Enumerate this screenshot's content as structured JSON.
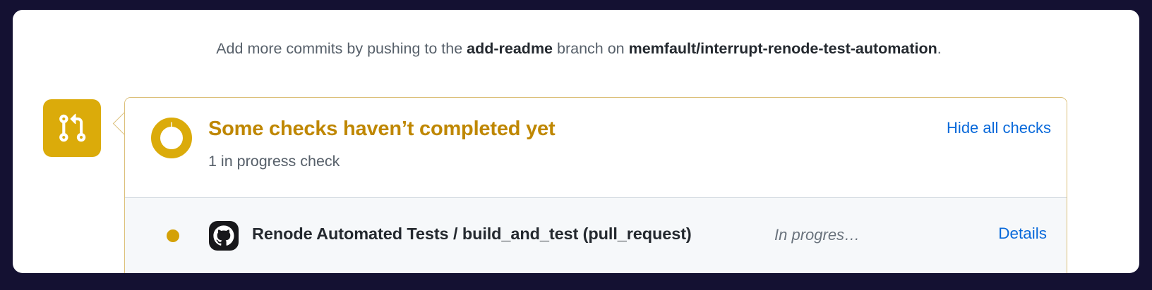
{
  "page": {
    "background_color": "#141132",
    "card_background": "#ffffff"
  },
  "commit_hint": {
    "text_before_branch": "Add more commits by pushing to the ",
    "branch": "add‐readme",
    "text_between": " branch on ",
    "repository": "memfault/interrupt-renode-test-automation",
    "text_after": "."
  },
  "merge_status": {
    "icon": "git-pull-request-icon",
    "color": "#dbab0a"
  },
  "checks": {
    "border_color": "#dcc07a",
    "status_icon": "progress-ring-icon",
    "title": "Some checks haven’t completed yet",
    "title_color": "#bf8700",
    "subtitle": "1 in progress check",
    "hide_all_label": "Hide all checks",
    "link_color": "#0969da",
    "rows": [
      {
        "dot_color": "#d4a107",
        "avatar_icon": "github-actions-octocat-icon",
        "name": "Renode Automated Tests / build_and_test (pull_request)",
        "status": "In progres…",
        "details_label": "Details"
      }
    ]
  }
}
